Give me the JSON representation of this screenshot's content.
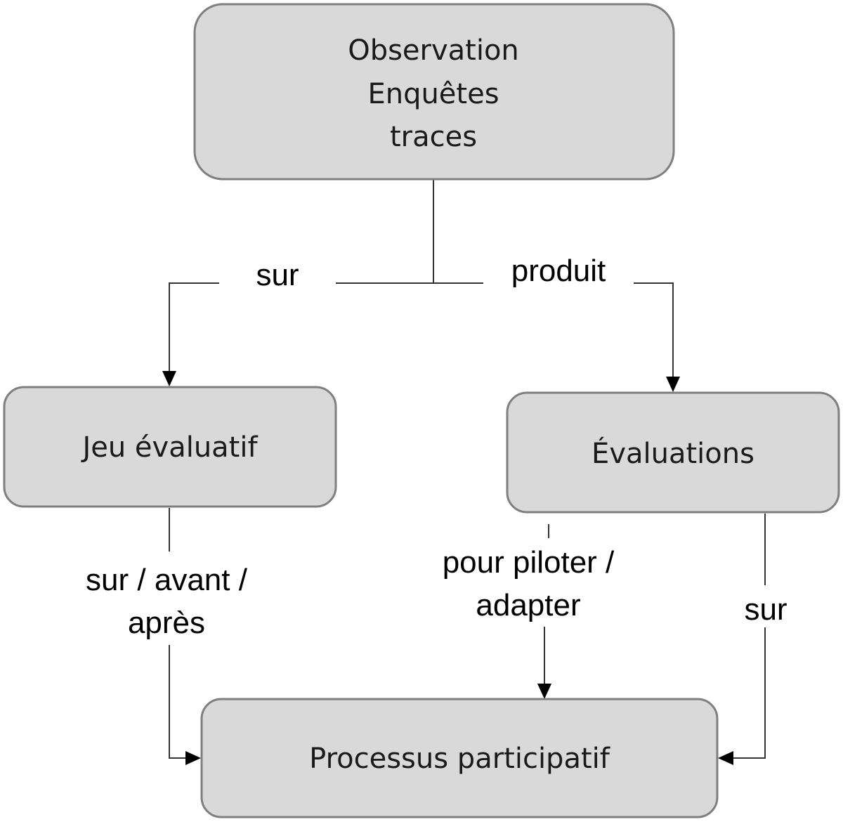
{
  "nodes": {
    "sources": {
      "lines": [
        "Observation",
        "Enquêtes",
        "traces"
      ]
    },
    "jeu": {
      "label": "Jeu évaluatif"
    },
    "evaluations": {
      "label": "Évaluations"
    },
    "processus": {
      "label": "Processus participatif"
    }
  },
  "edges": {
    "sur_top": {
      "label": "sur"
    },
    "produit": {
      "label": "produit"
    },
    "sur_avant_apres": {
      "lines": [
        "sur / avant /",
        "après"
      ]
    },
    "piloter": {
      "lines": [
        "pour piloter /",
        "adapter"
      ]
    },
    "sur_right": {
      "label": "sur"
    }
  }
}
